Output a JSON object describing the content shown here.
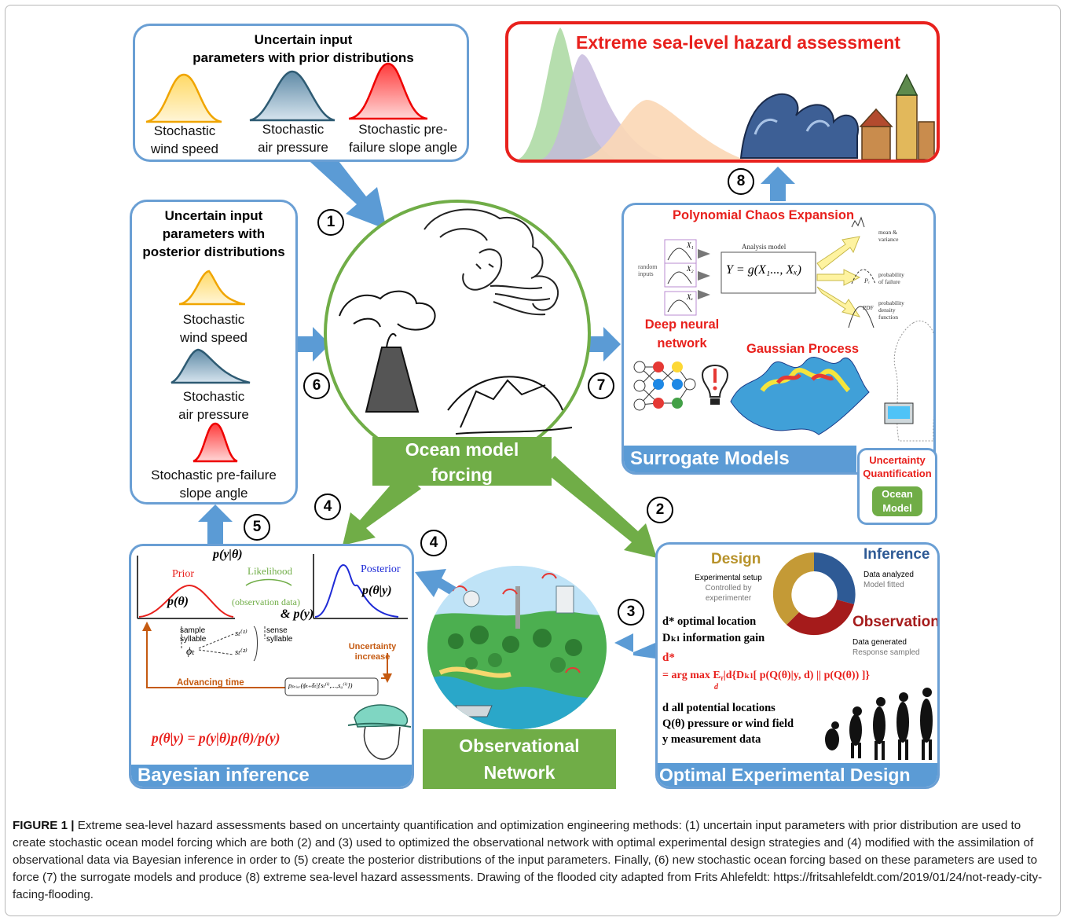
{
  "hazard": {
    "title": "Extreme sea-level hazard assessment"
  },
  "prior": {
    "title_line1": "Uncertain input",
    "title_line2": "parameters with prior distributions",
    "wind": [
      "Stochastic",
      "wind speed"
    ],
    "pressure": [
      "Stochastic",
      "air pressure"
    ],
    "slope": [
      "Stochastic pre-",
      "failure slope angle"
    ]
  },
  "posterior": {
    "title": [
      "Uncertain input",
      "parameters with",
      "posterior distributions"
    ],
    "wind": [
      "Stochastic",
      "wind speed"
    ],
    "pressure": [
      "Stochastic",
      "air pressure"
    ],
    "slope": [
      "Stochastic pre-failure",
      "slope angle"
    ]
  },
  "forcing": {
    "label": [
      "Ocean model",
      "forcing"
    ]
  },
  "surrogate": {
    "pce_title": "Polynomial Chaos Expansion",
    "analysis_model": "Analysis model",
    "random_inputs": [
      "random",
      "inputs"
    ],
    "equation": "Y = g(X₁..., Xₓ)",
    "x_labels": [
      "X₁",
      "X₂",
      "Xₓ"
    ],
    "outputs": [
      [
        "mean &",
        "variance"
      ],
      [
        "probability",
        "of failure"
      ],
      [
        "probability",
        "density",
        "function"
      ]
    ],
    "pdf_tag": "PDF",
    "pf_tag": "Pₑ",
    "dnn": [
      "Deep neural",
      "network"
    ],
    "gp": "Gaussian Process",
    "bar": "Surrogate Models"
  },
  "uq": {
    "title": [
      "Uncertainty",
      "Quantification"
    ],
    "ocean": [
      "Ocean",
      "Model"
    ]
  },
  "bayes": {
    "p_y_theta": "p(y|θ)",
    "prior": "Prior",
    "p_theta": "p(θ)",
    "likelihood": "Likelihood",
    "obs_data": "(observation data)",
    "p_y": "& p(y)",
    "posterior": "Posterior",
    "p_theta_y": "p(θ|y)",
    "sample": [
      "sample",
      "syllable"
    ],
    "sense": [
      "sense",
      "syllable"
    ],
    "phi": "ϕₜ",
    "s1": "sₜ⁽¹⁾",
    "s2": "sₜ⁽²⁾",
    "uncertainty": [
      "Uncertainty",
      "increase"
    ],
    "advancing": "Advancing time",
    "p_prior": "pₚᵣᵢₒᵣ(ϕₜ₊δₜ|{sₜ⁽ⁱ⁾,...,s₀⁽ⁱ⁾})",
    "formula": "p(θ|y) = p(y|θ)p(θ)/p(y)",
    "bar": "Bayesian inference"
  },
  "observational": {
    "label": [
      "Observational",
      "Network"
    ]
  },
  "oed": {
    "design": "Design",
    "design_sub": [
      "Experimental setup",
      "Controlled by experimenter"
    ],
    "inference": "Inference",
    "inference_sub": [
      "Data analyzed",
      "Model fitted"
    ],
    "observation": "Observation",
    "observation_sub": [
      "Data generated",
      "Response sampled"
    ],
    "d_star": "d* optimal location",
    "dkl": "Dₖₗ information gain",
    "eq_lhs": "d*",
    "eq_rhs": "= arg max Eᵧ|d{Dₖₗ[ p(Q(θ)|y, d) || p(Q(θ)) ]}",
    "eq_sub": "d",
    "defs": [
      "d all potential locations",
      "Q(θ) pressure or wind field",
      "y measurement data"
    ],
    "bar": "Optimal Experimental Design"
  },
  "steps": [
    "1",
    "2",
    "3",
    "4",
    "4",
    "5",
    "6",
    "7",
    "8"
  ],
  "caption": {
    "label": "FIGURE 1 |",
    "text": " Extreme sea-level hazard assessments based on uncertainty quantification and optimization engineering methods: (1) uncertain input parameters with prior distribution are used to create stochastic ocean model forcing which are both (2) and (3) used to optimized the observational network with optimal experimental design strategies and (4) modified with the assimilation of observational data via Bayesian inference in order to (5) create the posterior distributions of the input parameters. Finally, (6) new stochastic ocean forcing based on these parameters are used to force (7) the surrogate models and produce (8) extreme sea-level hazard assessments. Drawing of the flooded city adapted from Frits Ahlefeldt: https://fritsahlefeldt.com/2019/01/24/not-ready-city-facing-flooding."
  },
  "colors": {
    "blue": "#5b9bd5",
    "green": "#70ad47",
    "red": "#e8211d",
    "panel_border": "#6a9fd4"
  }
}
